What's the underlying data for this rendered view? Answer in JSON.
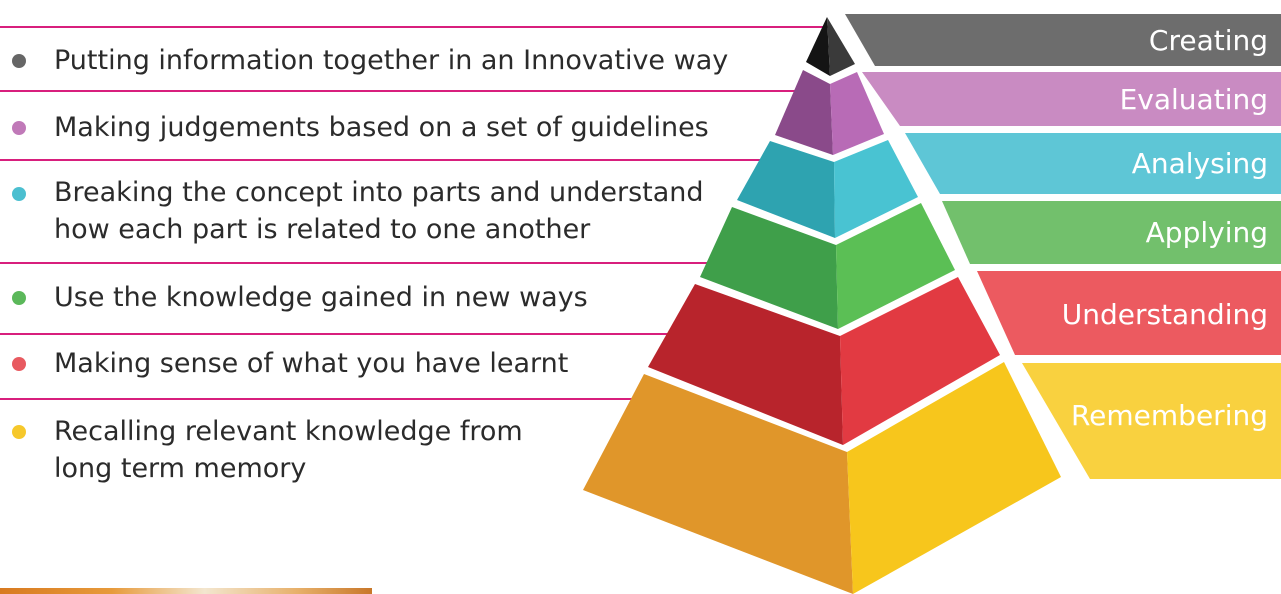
{
  "levels": [
    {
      "name": "Creating",
      "description": [
        "Putting information together in an Innovative way"
      ],
      "color": "#6d6d6d"
    },
    {
      "name": "Evaluating",
      "description": [
        "Making judgements based on a set of guidelines"
      ],
      "color": "#c98bc2"
    },
    {
      "name": "Analysing",
      "description": [
        "Breaking the concept into parts and understand",
        "how each part is related to one another"
      ],
      "color": "#5ec6d6"
    },
    {
      "name": "Applying",
      "description": [
        "Use the knowledge gained in new ways"
      ],
      "color": "#72c06c"
    },
    {
      "name": "Understanding",
      "description": [
        "Making sense of what you have learnt"
      ],
      "color": "#ec5a60"
    },
    {
      "name": "Remembering",
      "description": [
        "Recalling relevant knowledge from",
        "long term memory"
      ],
      "color": "#f9d13f"
    }
  ],
  "colors": {
    "divider": "#d81f7d",
    "text": "#2b2b2b",
    "bullets": [
      "#666666",
      "#c079b8",
      "#4bbfd0",
      "#5bb85a",
      "#e85a60",
      "#f6c82b"
    ]
  }
}
